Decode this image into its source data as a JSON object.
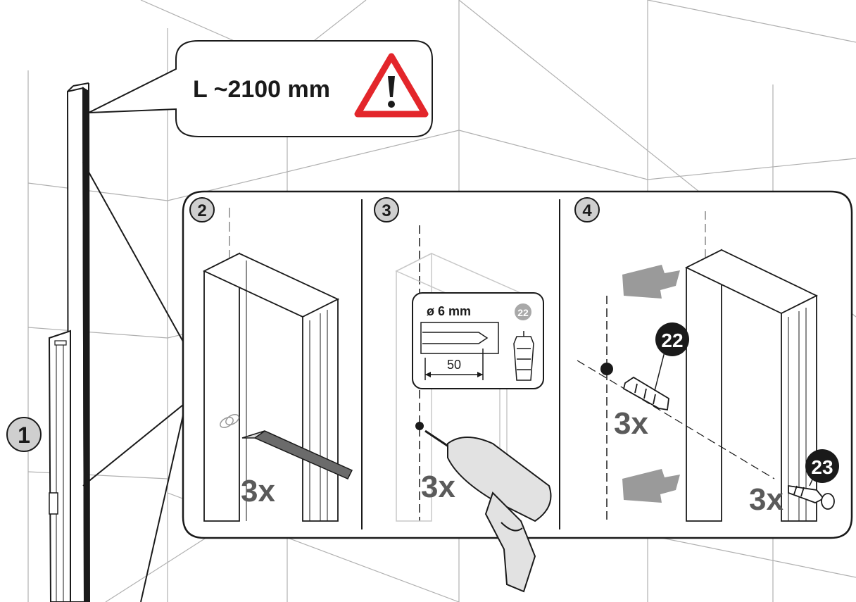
{
  "callout": {
    "length_label": "L ~2100 mm"
  },
  "steps": [
    {
      "number": "1"
    },
    {
      "number": "2",
      "count_label": "3x"
    },
    {
      "number": "3",
      "count_label": "3x",
      "drill_diameter": "ø 6 mm",
      "drill_depth": "50",
      "part_ref": "22"
    },
    {
      "number": "4",
      "anchor_ref": "22",
      "screw_ref": "23",
      "anchor_count": "3x",
      "screw_count": "3x"
    }
  ],
  "colors": {
    "line": "#1a1a1a",
    "wall_grid": "#b0b0b0",
    "step_badge_fill": "#cfcfcf",
    "part_badge_fill": "#1a1a1a",
    "warning_red": "#e3262b",
    "count_text": "#5a5a5a",
    "arrow_grey": "#9a9a9a"
  },
  "icons": [
    "warning-icon",
    "pencil-icon",
    "drill-icon",
    "wall-plug-icon",
    "screw-icon",
    "push-arrow-icon"
  ]
}
